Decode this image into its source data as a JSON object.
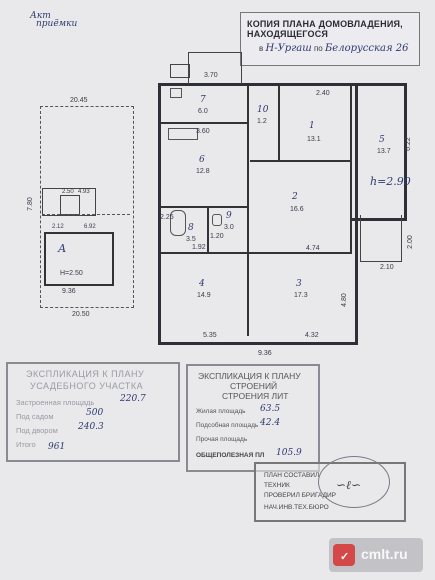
{
  "corner_note": {
    "line1": "Акт",
    "line2": "приёмки"
  },
  "header": {
    "title": "КОПИЯ ПЛАНА ДОМОВЛАДЕНИЯ, НАХОДЯЩЕГОСЯ",
    "city_prefix": "в",
    "city": "Н-Ургаш",
    "street_prefix": "по",
    "street": "Белорусская 26"
  },
  "site_plan": {
    "top_width": "20.45",
    "bottom_width": "20.50",
    "side_left": "7.80",
    "house_letter": "А",
    "house_height": "Н=2.50",
    "house_width": "9.36",
    "dim_a": "6.92",
    "dim_b": "2.12",
    "dim_c": "4.93",
    "dim_d": "2.50"
  },
  "floor_plan": {
    "rooms": [
      {
        "num": "1",
        "area": "13.1"
      },
      {
        "num": "2",
        "area": "16.6"
      },
      {
        "num": "3",
        "area": "17.3"
      },
      {
        "num": "4",
        "area": "14.9"
      },
      {
        "num": "5",
        "area": "13.7"
      },
      {
        "num": "6",
        "area": "12.8"
      },
      {
        "num": "7",
        "area": "6.0"
      },
      {
        "num": "8",
        "area": "3.5"
      },
      {
        "num": "9",
        "area": "3.0"
      },
      {
        "num": "10",
        "area": "1.2"
      }
    ],
    "dims": {
      "d1": "2.40",
      "d2": "6.22",
      "d3": "4.74",
      "d4": "5.35",
      "d5": "4.32",
      "d6": "9.36",
      "d7": "3.60",
      "d8": "1.92",
      "d9": "2.10",
      "d10": "2.00",
      "d11": "3.70",
      "d12": "1.20",
      "d13": "2.25",
      "d14": "4.80"
    },
    "height_label": "h=2.90"
  },
  "site_explication": {
    "line1": "ЭКСПЛИКАЦИЯ К ПЛАНУ",
    "line2": "УСАДЕБНОГО УЧАСТКА",
    "rows": [
      {
        "label": "Застроенная площадь",
        "value": "220.7"
      },
      {
        "label": "Под садом",
        "value": "500"
      },
      {
        "label": "Под двором",
        "value": "240.3"
      },
      {
        "label": "Итого",
        "value": "961"
      }
    ]
  },
  "building_explication": {
    "line1": "ЭКСПЛИКАЦИЯ К ПЛАНУ",
    "line2": "СТРОЕНИЙ",
    "line3": "СТРОЕНИЯ ЛИТ",
    "rows": [
      {
        "label": "Жилая площадь",
        "value": "63.5"
      },
      {
        "label": "Подсобная площадь",
        "value": "42.4"
      },
      {
        "label": "Прочая площадь",
        "value": ""
      },
      {
        "label": "ОБЩЕПОЛЕЗНАЯ ПЛ",
        "value": "105.9"
      }
    ]
  },
  "signature_block": {
    "row1": "ПЛАН СОСТАВИЛ",
    "row2": "ТЕХНИК",
    "row3": "ПРОВЕРИЛ БРИГАДИР",
    "row4": "НАЧ.ИНВ.ТЕХ.БЮРО"
  },
  "watermark": {
    "site": "cmlt.ru"
  }
}
